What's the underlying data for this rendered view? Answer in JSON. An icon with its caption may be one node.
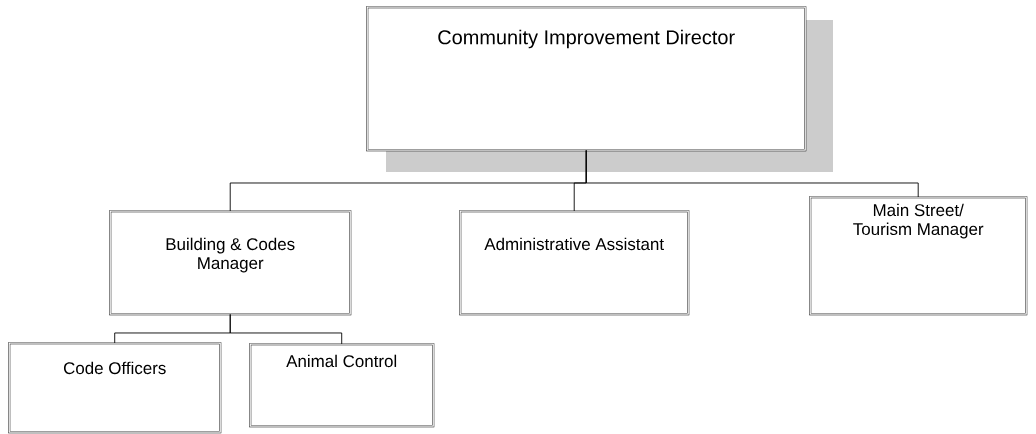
{
  "diagram": {
    "nodes": [
      {
        "text": [
          "Community Improvement Director"
        ]
      },
      {
        "text": [
          "Building & Codes Manager"
        ]
      },
      {
        "text": [
          "Administrative Assistant"
        ]
      },
      {
        "text": [
          "Main Street/ Tourism Manager"
        ]
      },
      {
        "text": [
          "Code Officers"
        ]
      },
      {
        "text": [
          "Animal Control"
        ]
      }
    ],
    "edges": [
      {
        "from": 0,
        "to": 1,
        "arrow": "none"
      },
      {
        "from": 0,
        "to": 2,
        "arrow": "none"
      },
      {
        "from": 0,
        "to": 3,
        "arrow": "none"
      },
      {
        "from": 1,
        "to": 4,
        "arrow": "none"
      },
      {
        "from": 1,
        "to": 5,
        "arrow": "none"
      }
    ]
  }
}
